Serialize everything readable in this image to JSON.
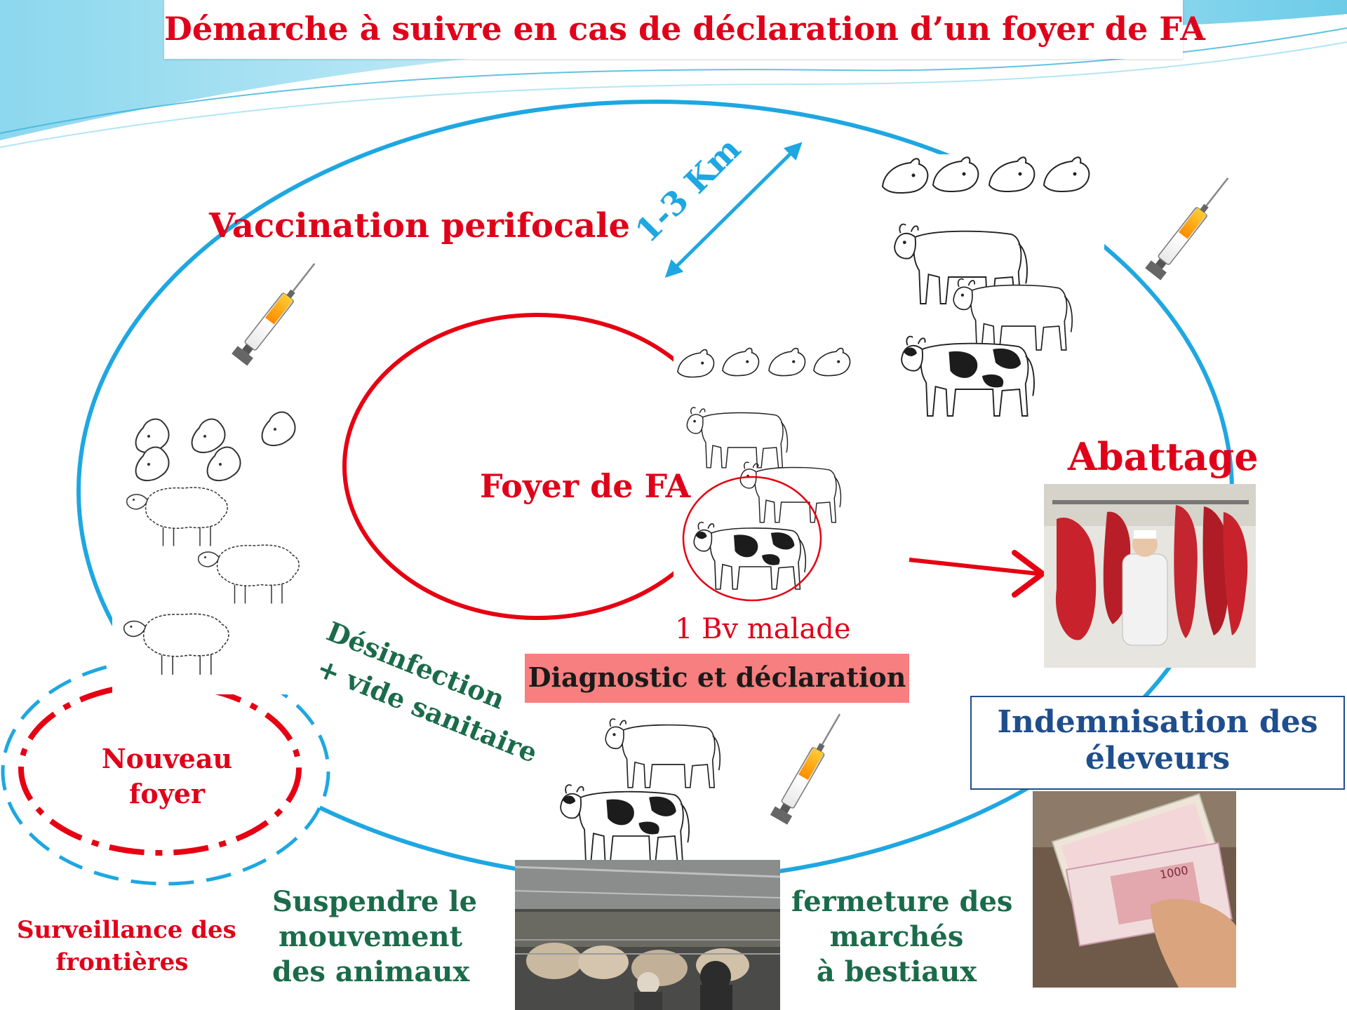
{
  "title": "Démarche à suivre en cas de déclaration d’un foyer de FA",
  "labels": {
    "vaccination": "Vaccination perifocale",
    "distance": "1-3 Km",
    "foyer": "Foyer de FA",
    "bv_malade": "1 Bv malade",
    "diagnostic": "Diagnostic et déclaration",
    "abattage": "Abattage",
    "indemnisation": "Indemnisation des éleveurs",
    "desinfection_1": "Désinfection",
    "desinfection_2": "+ vide sanitaire",
    "nouveau_foyer_1": "Nouveau",
    "nouveau_foyer_2": "foyer",
    "surveillance_1": "Surveillance des",
    "surveillance_2": "frontières",
    "suspendre_1": "Suspendre le",
    "suspendre_2": "mouvement",
    "suspendre_3": "des animaux",
    "fermeture_1": "fermeture des",
    "fermeture_2": "marchés",
    "fermeture_3": "à bestiaux"
  },
  "banknote_text": "1000",
  "icons": [
    "syringe-icon",
    "cow-icon",
    "sheep-icon",
    "arrow-icon"
  ],
  "colors": {
    "title_red": "#e0001a",
    "blue_ring": "#1ea7e1",
    "red_ring": "#e60012",
    "green_text": "#1b6b4a",
    "navy_text": "#1f4e8c",
    "diagnostic_box": "#f77f7f"
  }
}
